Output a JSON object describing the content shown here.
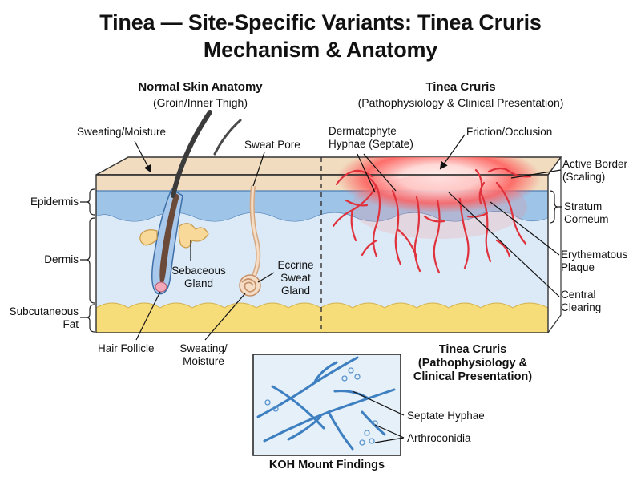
{
  "title": {
    "line1": "Tinea — Site-Specific Variants: Tinea Cruris",
    "line2": "Mechanism & Anatomy"
  },
  "left_panel": {
    "heading": "Normal Skin Anatomy",
    "subheading": "(Groin/Inner Thigh)"
  },
  "right_panel": {
    "heading": "Tinea Cruris",
    "subheading": "(Pathophysiology & Clinical Presentation)"
  },
  "layers": {
    "epidermis": "Epidermis",
    "dermis": "Dermis",
    "subcutaneous_1": "Subcutaneous",
    "subcutaneous_2": "Fat",
    "stratum_1": "Stratum",
    "stratum_2": "Corneum"
  },
  "labels": {
    "sweating_top": "Sweating/Moisture",
    "sweat_pore": "Sweat Pore",
    "sebaceous_1": "Sebaceous",
    "sebaceous_2": "Gland",
    "eccrine_1": "Eccrine",
    "eccrine_2": "Sweat",
    "eccrine_3": "Gland",
    "hair_follicle": "Hair Follicle",
    "sweating_bottom_1": "Sweating/",
    "sweating_bottom_2": "Moisture",
    "hyphae_1": "Dermatophyte",
    "hyphae_2": "Hyphae (Septate)",
    "friction": "Friction/Occlusion",
    "active_border_1": "Active Border",
    "active_border_2": "(Scaling)",
    "plaque_1": "Erythematous",
    "plaque_2": "Plaque",
    "clearing_1": "Central",
    "clearing_2": "Clearing"
  },
  "caption_right": {
    "line1": "Tinea Cruris",
    "line2": "(Pathophysiology &",
    "line3": "Clinical Presentation)"
  },
  "koh": {
    "septate": "Septate Hyphae",
    "arthroconidia": "Arthroconidia",
    "caption": "KOH Mount Findings"
  },
  "colors": {
    "skin_surface": "#f1dcc0",
    "epidermis": "#9ec4e8",
    "dermis": "#dce9f6",
    "fat": "#f7dc7a",
    "hyphae": "#e0323c",
    "erythema": "#ff4d4d",
    "koh_bg": "#e6f0f9",
    "koh_hyphae": "#3d7fc0"
  }
}
